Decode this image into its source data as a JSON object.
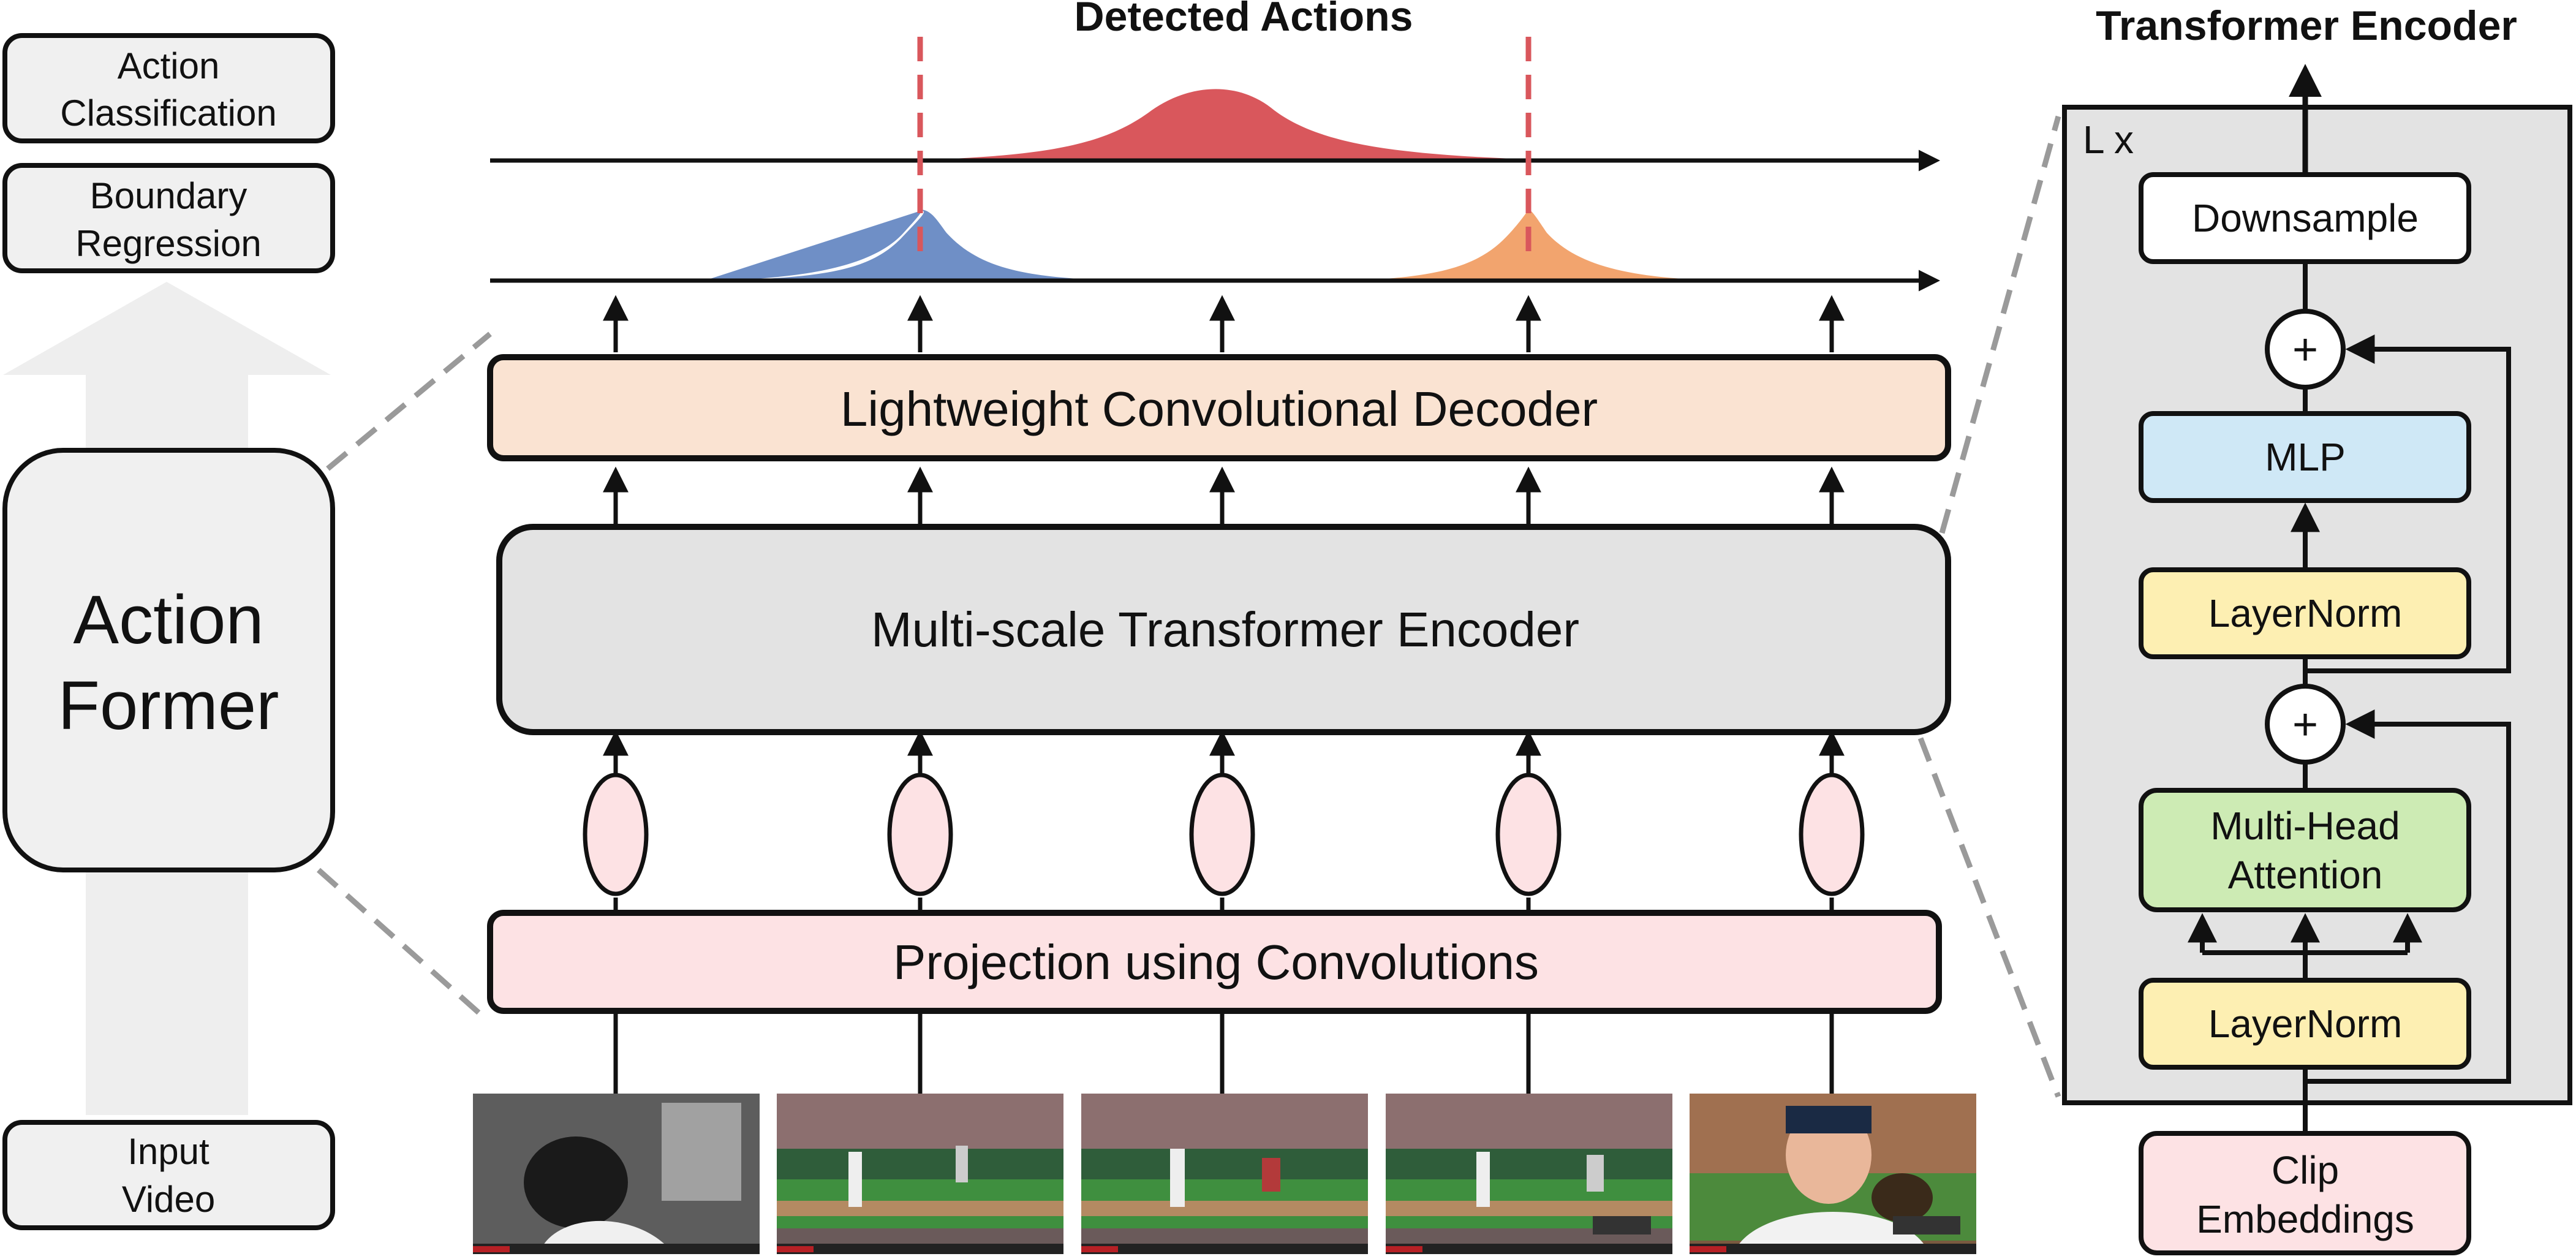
{
  "left_panel": {
    "action_classification": [
      "Action",
      "Classification"
    ],
    "boundary_regression": [
      "Boundary",
      "Regression"
    ],
    "action_former": [
      "Action",
      "Former"
    ],
    "input_video": [
      "Input",
      "Video"
    ]
  },
  "main": {
    "detected_actions_title": "Detected Actions",
    "decoder_label": "Lightweight Convolutional Decoder",
    "encoder_label": "Multi-scale Transformer Encoder",
    "projection_label": "Projection using Convolutions",
    "frames": [
      {
        "alt": "video-frame-1"
      },
      {
        "alt": "video-frame-2"
      },
      {
        "alt": "video-frame-3"
      },
      {
        "alt": "video-frame-4"
      },
      {
        "alt": "video-frame-5"
      }
    ]
  },
  "right_panel": {
    "title": "Transformer Encoder",
    "repeat_label": "L x",
    "downsample": "Downsample",
    "plus_symbol": "+",
    "mlp": "MLP",
    "layernorm_top": "LayerNorm",
    "attention": [
      "Multi-Head",
      "Attention"
    ],
    "layernorm_bottom": "LayerNorm",
    "clip_embeddings": [
      "Clip",
      "Embeddings"
    ]
  },
  "colors": {
    "decoder_fill": "#fae3d2",
    "encoder_fill": "#e3e3e3",
    "projection_fill": "#fde2e4",
    "token_fill": "#fde2e4",
    "red_curve": "#d9575c",
    "blue_curve": "#6f8fc6",
    "orange_curve": "#f2a46e",
    "dashed_red": "#d9575c",
    "mlp_fill": "#cfe8f6",
    "layernorm_fill": "#fdefb2",
    "attention_fill": "#cdebb4",
    "clip_fill": "#fde2e4",
    "encoder_panel_fill": "#e3e3e3",
    "side_box_fill": "#f0f0f0",
    "big_arrow_fill": "#eeeeee"
  }
}
